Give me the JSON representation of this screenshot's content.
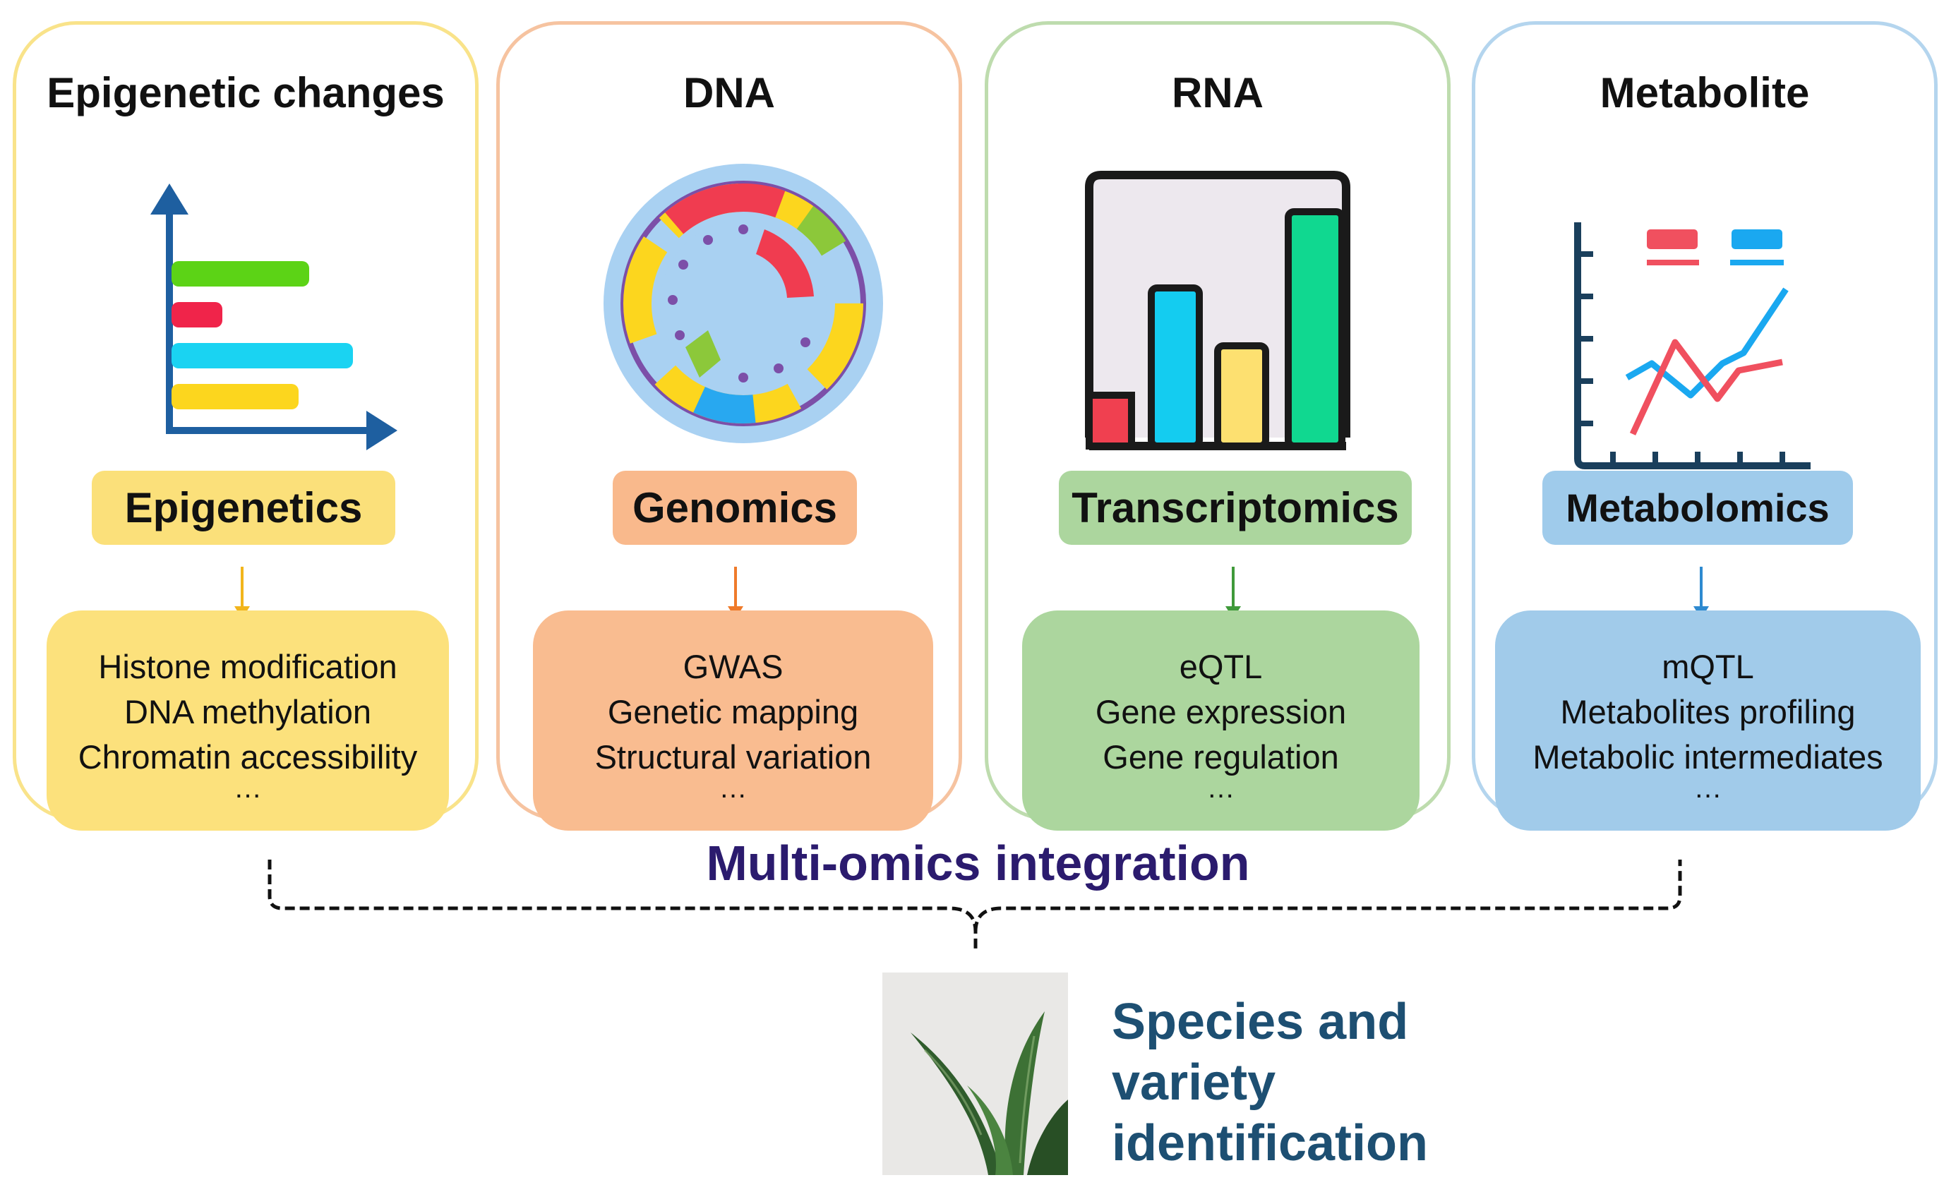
{
  "panels": [
    {
      "title": "Epigenetic changes",
      "icon": "horizontal-bar-chart-icon",
      "label": "Epigenetics",
      "items": [
        "Histone modification",
        "DNA methylation",
        "Chromatin accessibility"
      ],
      "ellipsis": "…",
      "border_color": "#f9e38a",
      "label_color": "#fbe07a",
      "detail_color": "#fce17c",
      "arrow_color": "#f2b51c"
    },
    {
      "title": "DNA",
      "icon": "circular-genome-icon",
      "label": "Genomics",
      "items": [
        "GWAS",
        "Genetic mapping",
        "Structural variation"
      ],
      "ellipsis": "…",
      "border_color": "#f6c3a0",
      "label_color": "#f9b98c",
      "detail_color": "#f9bc90",
      "arrow_color": "#ef7a2a"
    },
    {
      "title": "RNA",
      "icon": "vertical-bar-chart-icon",
      "label": "Transcriptomics",
      "items": [
        "eQTL",
        "Gene expression",
        "Gene regulation"
      ],
      "ellipsis": "…",
      "border_color": "#bedcae",
      "label_color": "#acd69e",
      "detail_color": "#acd69e",
      "arrow_color": "#3f9a3a"
    },
    {
      "title": "Metabolite",
      "icon": "line-chart-icon",
      "label": "Metabolomics",
      "items": [
        "mQTL",
        "Metabolites profiling",
        "Metabolic intermediates"
      ],
      "ellipsis": "…",
      "border_color": "#b4d5ee",
      "label_color": "#9fcbeb",
      "detail_color": "#a1cbea",
      "arrow_color": "#2e8ad0"
    }
  ],
  "integration": "Multi-omics  integration",
  "result": {
    "lines": [
      "Species and",
      "variety",
      "identification"
    ],
    "image": "plant-photo"
  }
}
